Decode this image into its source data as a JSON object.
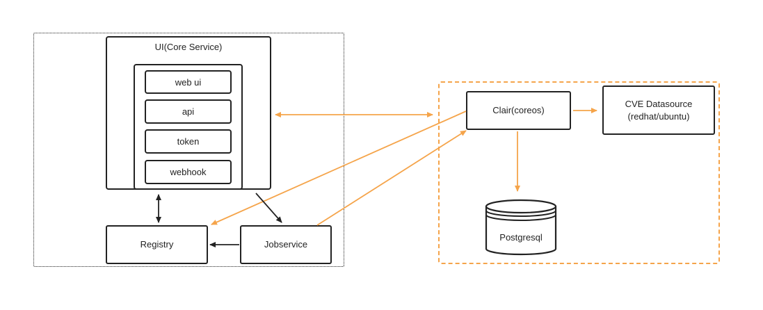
{
  "core_group": {
    "core_service": {
      "title": "UI(Core Service)",
      "items": [
        "web ui",
        "api",
        "token",
        "webhook"
      ]
    },
    "registry": "Registry",
    "jobservice": "Jobservice"
  },
  "clair_group": {
    "clair": "Clair(coreos)",
    "cve_datasource_line1": "CVE Datasource",
    "cve_datasource_line2": "(redhat/ubuntu)",
    "postgresql": "Postgresql"
  },
  "colors": {
    "orange": "#f5a44a",
    "black": "#222222"
  }
}
